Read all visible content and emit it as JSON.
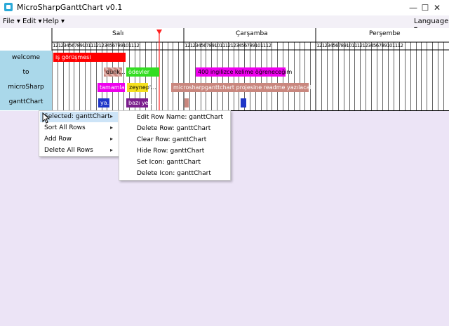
{
  "window": {
    "title": "MicroSharpGanttChart v0.1",
    "minimize_glyph": "—",
    "maximize_glyph": "☐",
    "close_glyph": "✕"
  },
  "menu": {
    "file": "File",
    "edit": "Edit",
    "help": "Help",
    "language": "Language"
  },
  "days": [
    "Salı",
    "Çarşamba",
    "Perşembe"
  ],
  "hour_ticks": "12123456789101112123456789101112",
  "rows": [
    "welcome",
    "to",
    "microSharp",
    "ganttChart"
  ],
  "bars": {
    "is_gorusmesi": "iş görüşmesi",
    "dunk": "dünk...",
    "odevler": "ödevler",
    "ingilizce": "400 ingilizce kelime öğreneceğim",
    "tamamla": "tamamla...",
    "zeynep": "zeynep'...",
    "readme": "microsharpganttchart projesine readme yazılacak",
    "ya": "ya...",
    "bazi_yer": "bazı yer..."
  },
  "colors": {
    "red": "#ff0000",
    "brown": "#c9877e",
    "green": "#33dd22",
    "magenta": "#ee00ee",
    "yellow": "#f5e020",
    "navy": "#1f36c8",
    "purple": "#7a1d8c",
    "row_label_bg": "#aad8ea",
    "now_line": "#ff2020"
  },
  "context_menu": {
    "main": [
      {
        "label": "Selected: ganttChart",
        "submenu": true
      },
      {
        "label": "Sort All Rows",
        "submenu": true
      },
      {
        "label": "Add Row",
        "submenu": true
      },
      {
        "label": "Delete All Rows",
        "submenu": true
      }
    ],
    "sub": [
      "Edit Row Name: ganttChart",
      "Delete Row: ganttChart",
      "Clear Row: ganttChart",
      "Hide Row: ganttChart",
      "Set Icon: ganttChart",
      "Delete Icon: ganttChart"
    ]
  }
}
